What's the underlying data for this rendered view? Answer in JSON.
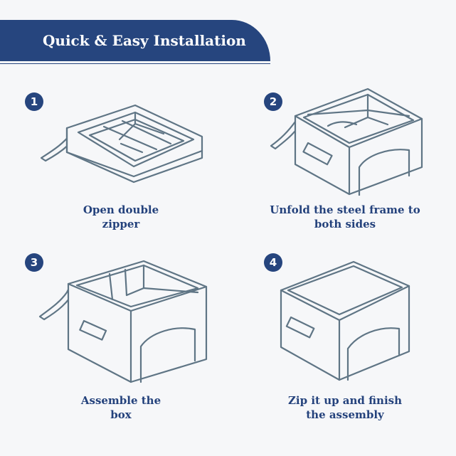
{
  "banner": {
    "title": "Quick & Easy Installation"
  },
  "steps": [
    {
      "number": "1",
      "icon": "open-box-icon",
      "caption_line1": "Open double",
      "caption_line2": "zipper"
    },
    {
      "number": "2",
      "icon": "unfold-frame-icon",
      "caption_line1": "Unfold the steel frame to",
      "caption_line2": "both sides"
    },
    {
      "number": "3",
      "icon": "assembled-box-icon",
      "caption_line1": "Assemble the",
      "caption_line2": "box"
    },
    {
      "number": "4",
      "icon": "closed-box-icon",
      "caption_line1": "Zip it up and finish",
      "caption_line2": "the assembly"
    }
  ],
  "colors": {
    "accent": "#26457e",
    "line": "#5f7585",
    "background": "#f6f7f9"
  }
}
